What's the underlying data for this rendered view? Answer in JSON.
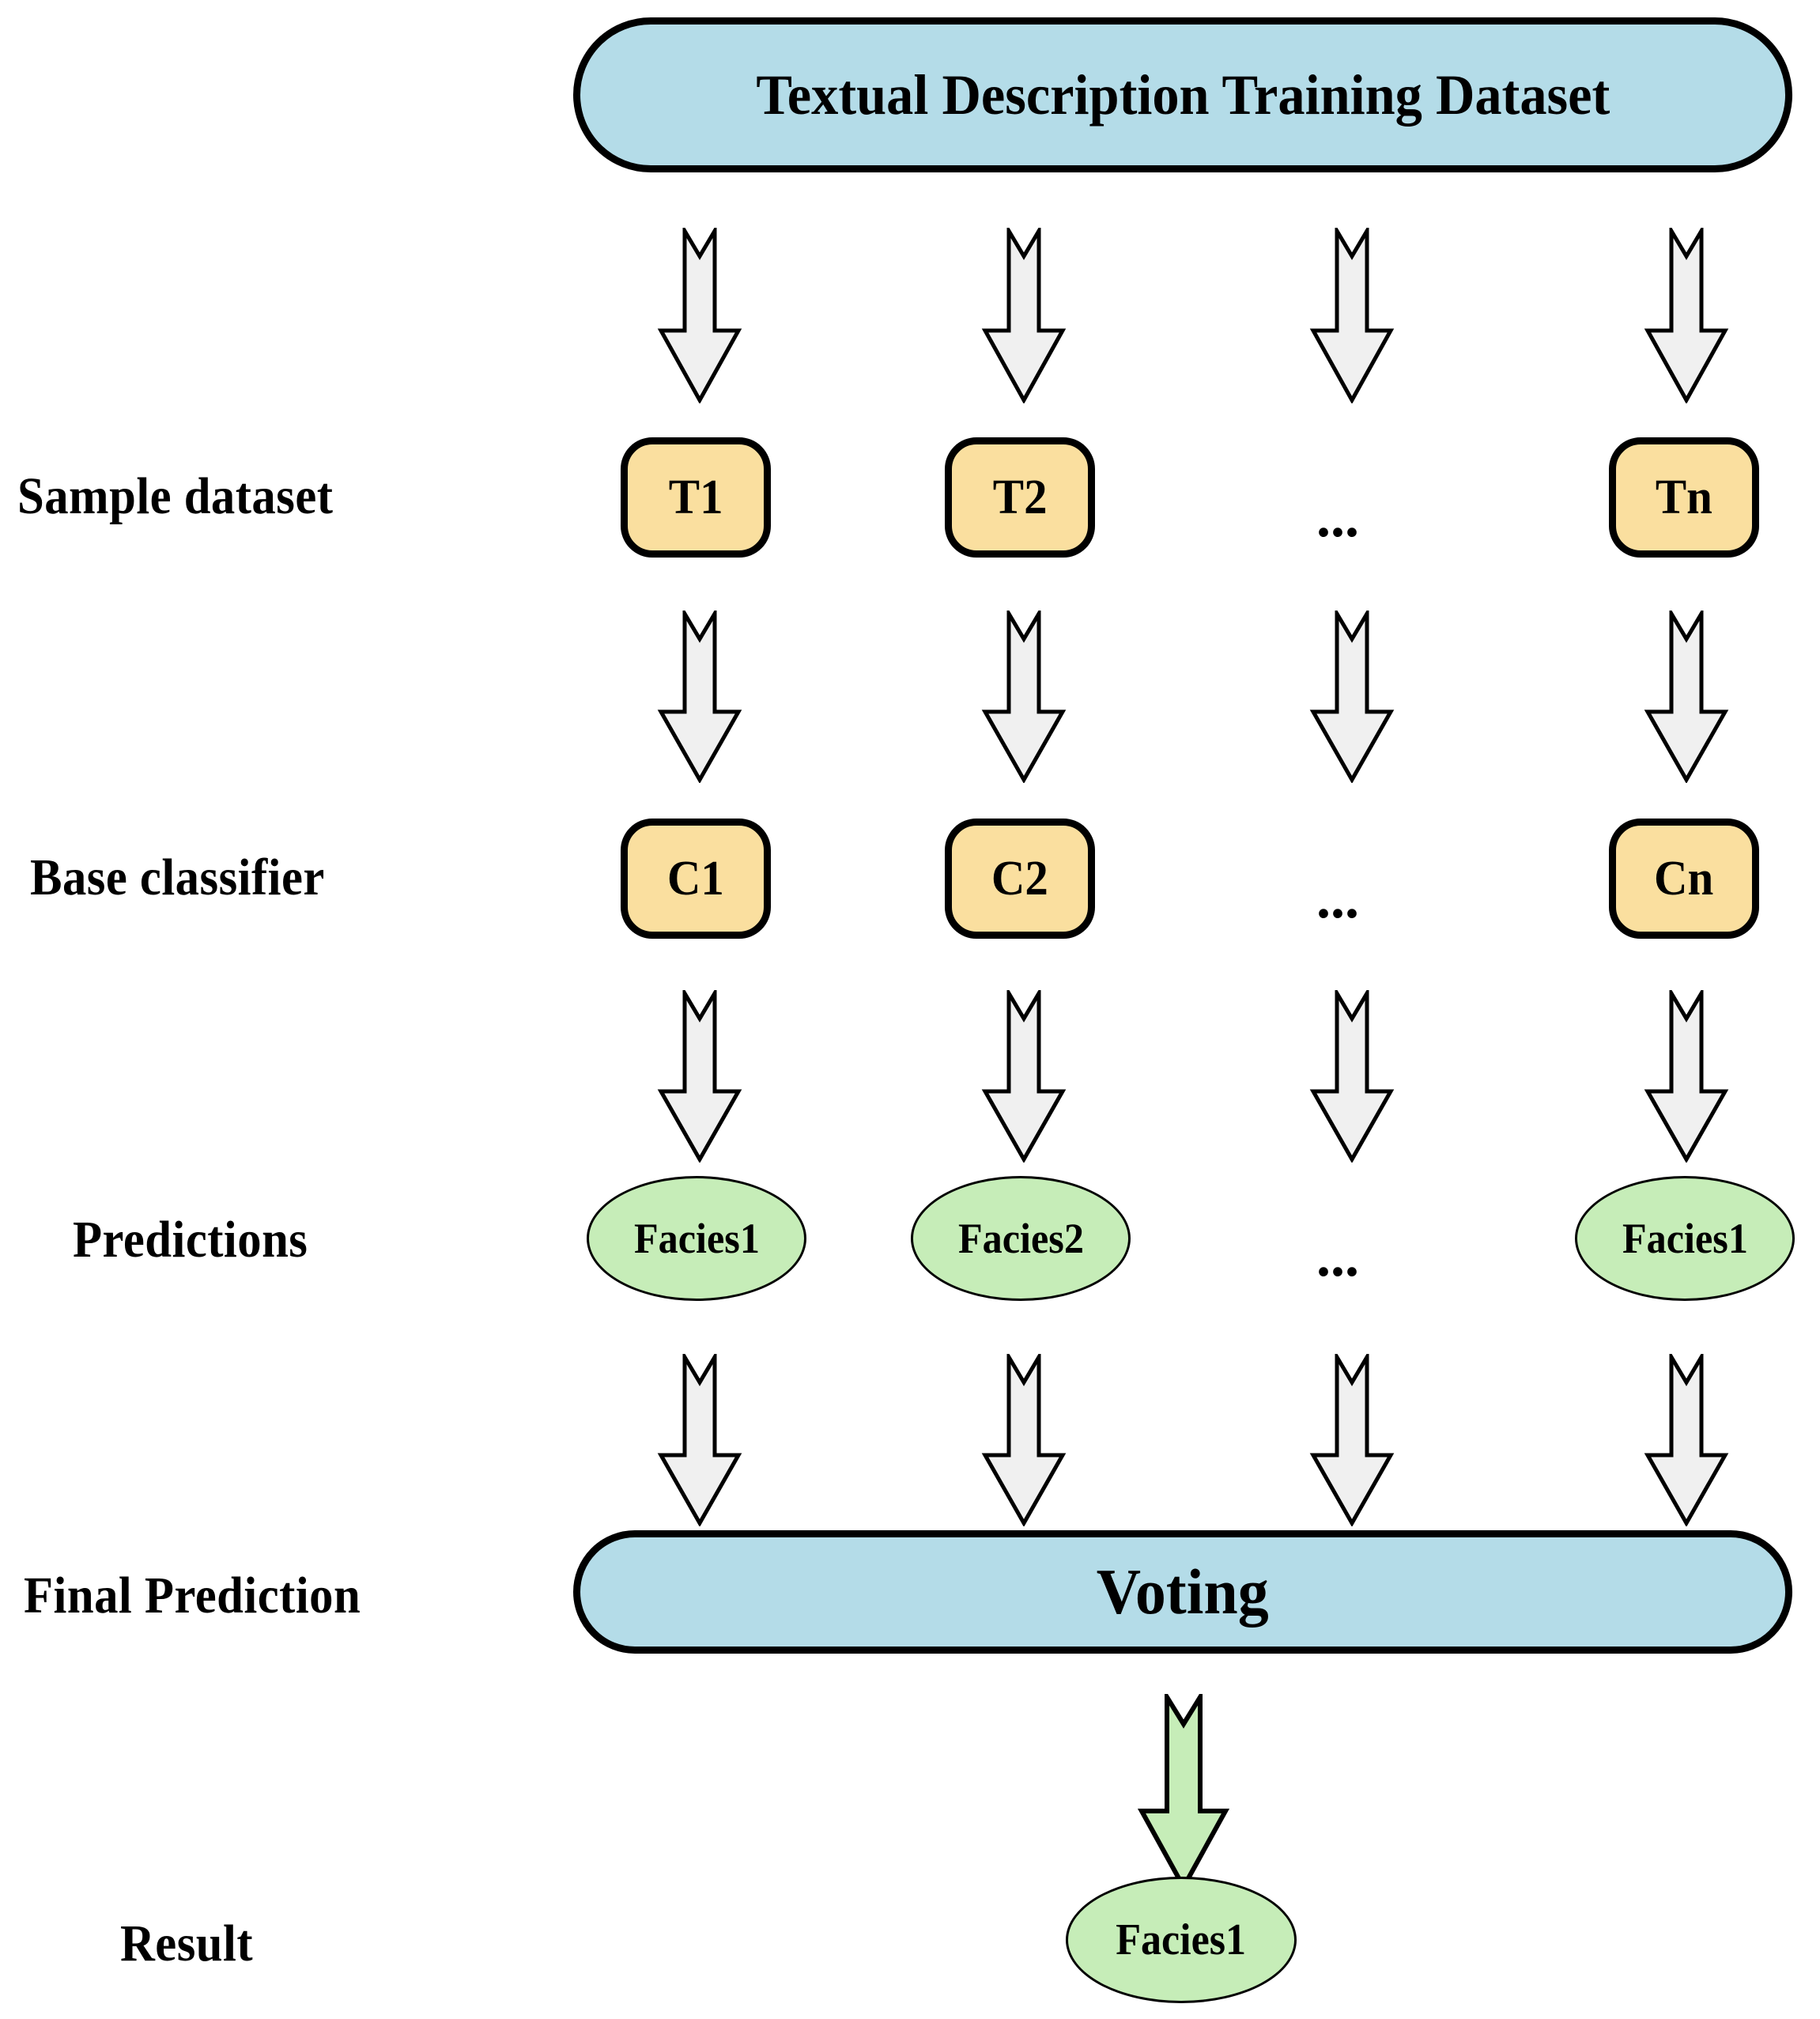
{
  "diagram": {
    "title": "Textual Description Training Dataset",
    "header_bar": {
      "label": "Textual Description Training Dataset"
    },
    "row_labels": [
      {
        "key": "sample_dataset",
        "label": "Sample dataset"
      },
      {
        "key": "base_classifier",
        "label": "Base classifier"
      },
      {
        "key": "predictions",
        "label": "Predictions"
      },
      {
        "key": "final_prediction",
        "label": "Final Prediction"
      },
      {
        "key": "result",
        "label": "Result"
      }
    ],
    "sample_nodes": [
      {
        "label": "T1"
      },
      {
        "label": "T2"
      },
      {
        "label": "..."
      },
      {
        "label": "Tn"
      }
    ],
    "classifier_nodes": [
      {
        "label": "C1"
      },
      {
        "label": "C2"
      },
      {
        "label": "..."
      },
      {
        "label": "Cn"
      }
    ],
    "prediction_nodes": [
      {
        "label": "Facies1"
      },
      {
        "label": "Facies2"
      },
      {
        "label": "..."
      },
      {
        "label": "Facies1"
      }
    ],
    "voting_bar": {
      "label": "Voting"
    },
    "result_node": {
      "label": "Facies1"
    },
    "ellipsis": "...",
    "colors": {
      "bar_fill": "#b4dce8",
      "node_fill": "#fadf9f",
      "ellipse_fill": "#c6edb8",
      "arrow_fill": "#f0f0f0",
      "final_arrow_fill": "#c6edb8",
      "stroke": "#000000",
      "background": "#ffffff"
    }
  }
}
